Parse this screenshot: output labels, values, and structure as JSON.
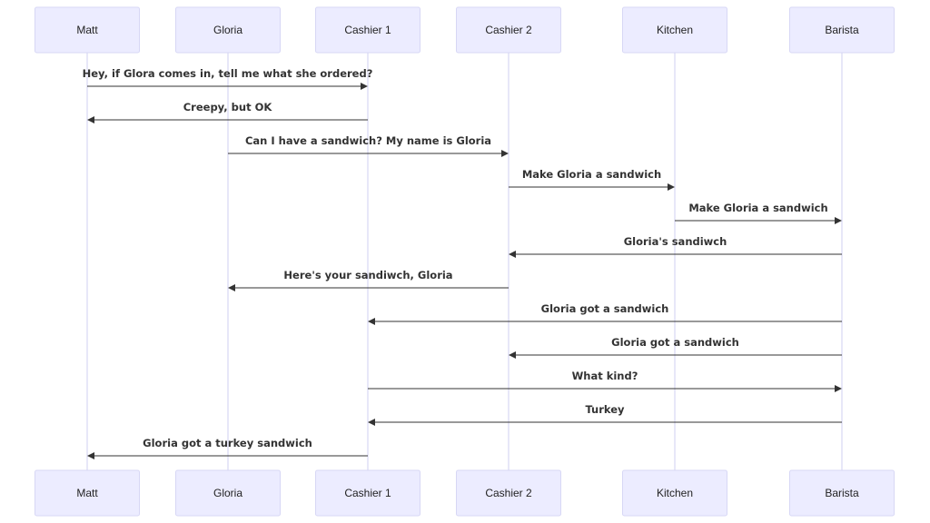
{
  "actors": [
    {
      "id": "matt",
      "label": "Matt"
    },
    {
      "id": "gloria",
      "label": "Gloria"
    },
    {
      "id": "cashier1",
      "label": "Cashier 1"
    },
    {
      "id": "cashier2",
      "label": "Cashier 2"
    },
    {
      "id": "kitchen",
      "label": "Kitchen"
    },
    {
      "id": "barista",
      "label": "Barista"
    }
  ],
  "messages": [
    {
      "from": "matt",
      "to": "cashier1",
      "text": "Hey, if Glora comes in, tell me what she ordered?"
    },
    {
      "from": "cashier1",
      "to": "matt",
      "text": "Creepy, but OK"
    },
    {
      "from": "gloria",
      "to": "cashier2",
      "text": "Can I have a sandwich? My name is Gloria"
    },
    {
      "from": "cashier2",
      "to": "kitchen",
      "text": "Make Gloria a sandwich"
    },
    {
      "from": "kitchen",
      "to": "barista",
      "text": "Make Gloria a sandwich"
    },
    {
      "from": "barista",
      "to": "cashier2",
      "text": "Gloria's sandiwch"
    },
    {
      "from": "cashier2",
      "to": "gloria",
      "text": "Here's your sandiwch, Gloria"
    },
    {
      "from": "barista",
      "to": "cashier1",
      "text": "Gloria got a sandwich"
    },
    {
      "from": "barista",
      "to": "cashier2",
      "text": "Gloria got a sandwich"
    },
    {
      "from": "cashier1",
      "to": "barista",
      "text": "What kind?"
    },
    {
      "from": "barista",
      "to": "cashier1",
      "text": "Turkey"
    },
    {
      "from": "cashier1",
      "to": "matt",
      "text": "Gloria got a turkey sandwich"
    }
  ],
  "colors": {
    "actor_fill": "#ECECFF",
    "actor_border": "#D7D7F5",
    "lifeline": "#CFCFF0",
    "message": "#333333"
  }
}
